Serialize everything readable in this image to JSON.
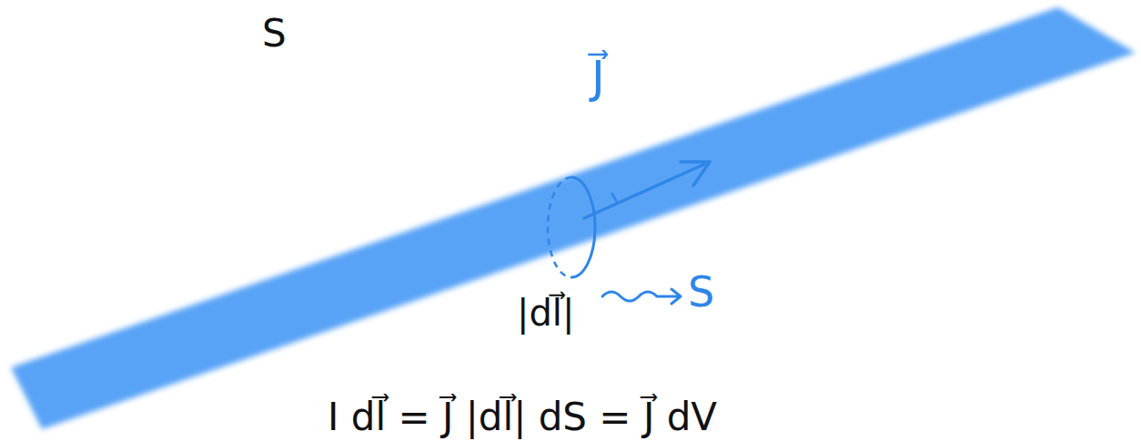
{
  "diagram": {
    "labels": [
      "S",
      "J⃗",
      "|dl⃗|",
      "S",
      "I dl⃗ = J⃗ |dl⃗| dS = J⃗ dV"
    ]
  }
}
